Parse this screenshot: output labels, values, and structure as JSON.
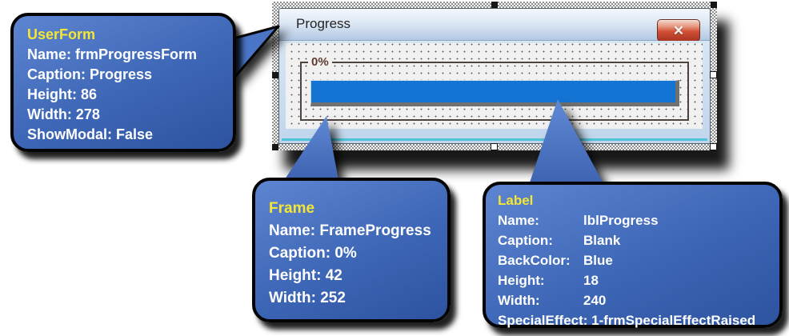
{
  "window": {
    "title": "Progress",
    "icons": {
      "close": "✕"
    }
  },
  "form": {
    "frame_caption": "0%"
  },
  "callouts": {
    "userform": {
      "title": "UserForm",
      "lines": [
        "Name: frmProgressForm",
        "Caption: Progress",
        "Height: 86",
        "Width: 278",
        "ShowModal: False"
      ]
    },
    "frame": {
      "title": "Frame",
      "lines": [
        "Name: FrameProgress",
        "Caption: 0%",
        "Height: 42",
        "Width: 252"
      ]
    },
    "label": {
      "title": "Label",
      "rows": [
        [
          "Name:",
          "lblProgress"
        ],
        [
          "Caption:",
          "Blank"
        ],
        [
          "BackColor:",
          "Blue"
        ],
        [
          "Height:",
          "18"
        ],
        [
          "Width:",
          "240"
        ]
      ],
      "footer": "SpecialEffect: 1-frmSpecialEffectRaised"
    }
  },
  "colors": {
    "bar_blue": "#1474d4",
    "callout_title_yellow": "#f5e636",
    "callout_blue_light": "#5d85d1",
    "callout_blue_dark": "#2d53a0",
    "close_button_red": "#d15036",
    "titlebar_blue": "#b2c9e4",
    "frame_caption_brown": "#5e3a2e",
    "cyan_edge": "#4fc4d6",
    "surface_gray": "#f1f1f1"
  }
}
